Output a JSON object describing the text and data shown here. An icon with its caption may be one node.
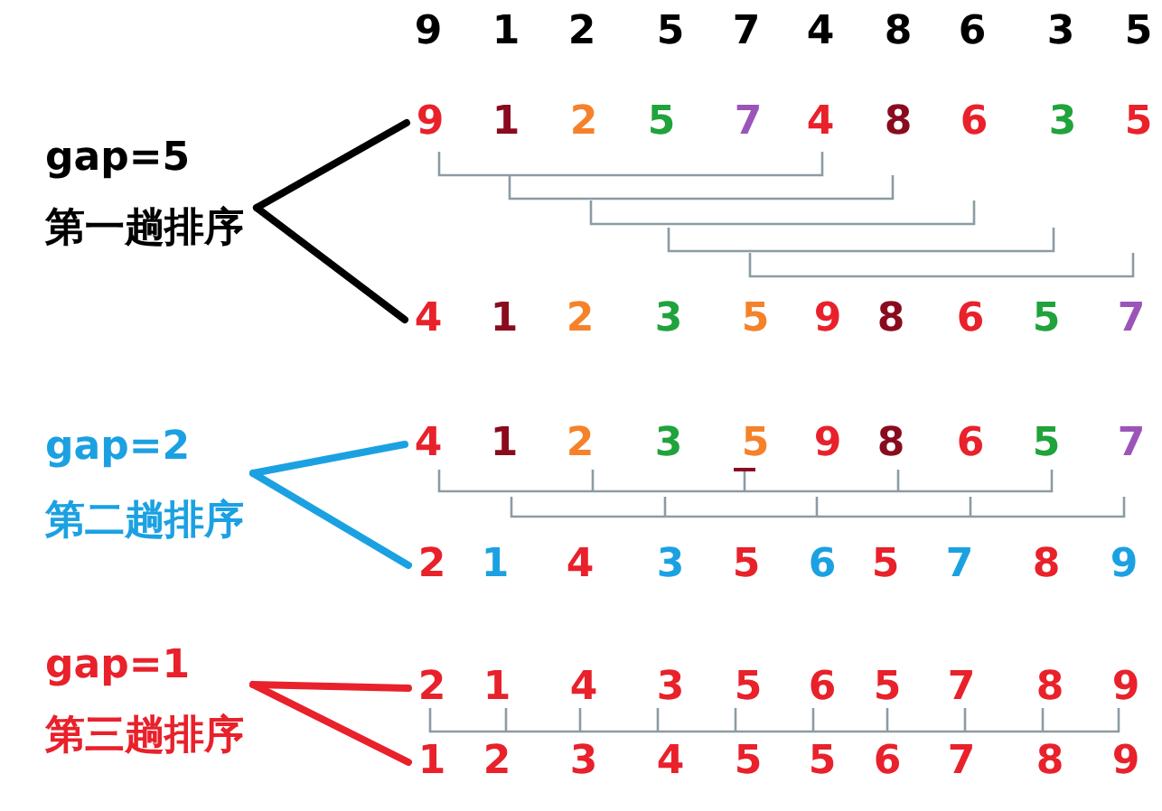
{
  "diagram": {
    "nodes": [
      {
        "text": [
          "gap=5",
          "第一趟排序"
        ]
      },
      {
        "text": [
          "9",
          "1",
          "2",
          "5",
          "7",
          "4",
          "8",
          "6",
          "3",
          "5"
        ]
      },
      {
        "text": [
          "4",
          "1",
          "2",
          "3",
          "5",
          "9",
          "8",
          "6",
          "5",
          "7"
        ]
      },
      {
        "text": [
          "gap=2",
          "第二趟排序"
        ]
      },
      {
        "text": [
          "4",
          "1",
          "2",
          "3",
          "5",
          "9",
          "8",
          "6",
          "5",
          "7"
        ]
      },
      {
        "text": [
          "2",
          "1",
          "4",
          "3",
          "5",
          "6",
          "5",
          "7",
          "8",
          "9"
        ]
      },
      {
        "text": [
          "gap=1",
          "第三趟排序"
        ]
      },
      {
        "text": [
          "2",
          "1",
          "4",
          "3",
          "5",
          "6",
          "5",
          "7",
          "8",
          "9"
        ]
      },
      {
        "text": [
          "1",
          "2",
          "3",
          "4",
          "5",
          "5",
          "6",
          "7",
          "8",
          "9"
        ]
      }
    ],
    "edges": [
      {
        "from": 0,
        "to": 1,
        "arrow": "none",
        "color": "#000000"
      },
      {
        "from": 0,
        "to": 2,
        "arrow": "none",
        "color": "#000000"
      },
      {
        "from": 3,
        "to": 4,
        "arrow": "none",
        "color": "#1ba1e2"
      },
      {
        "from": 3,
        "to": 5,
        "arrow": "none",
        "color": "#1ba1e2"
      },
      {
        "from": 6,
        "to": 7,
        "arrow": "none",
        "color": "#e8212b"
      },
      {
        "from": 6,
        "to": 8,
        "arrow": "none",
        "color": "#e8212b"
      }
    ],
    "labels": [
      "9",
      "1",
      "2",
      "5",
      "7",
      "4",
      "8",
      "6",
      "3",
      "5"
    ]
  }
}
